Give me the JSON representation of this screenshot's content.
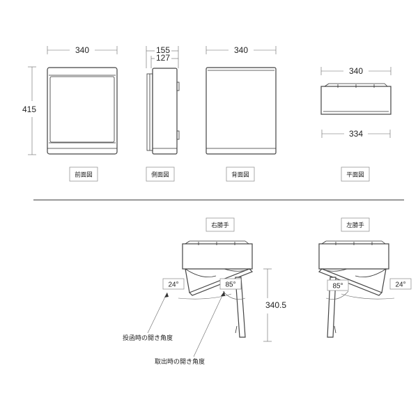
{
  "top_views": {
    "front": {
      "width": "340",
      "height": "415",
      "caption": "前面図"
    },
    "side": {
      "depth_total": "155",
      "depth_body": "127",
      "caption": "側面図"
    },
    "back": {
      "width": "340",
      "caption": "背面図"
    },
    "plan": {
      "width_top": "340",
      "width_bottom": "334",
      "caption": "平面図"
    }
  },
  "bottom_views": {
    "right_hand": {
      "caption": "右勝手",
      "angle_post": "24°",
      "angle_take": "85°"
    },
    "left_hand": {
      "caption": "左勝手",
      "angle_post": "24°",
      "angle_take": "85°"
    },
    "open_height": "340.5",
    "note_post": "投函時の開き角度",
    "note_take": "取出時の開き角度"
  }
}
